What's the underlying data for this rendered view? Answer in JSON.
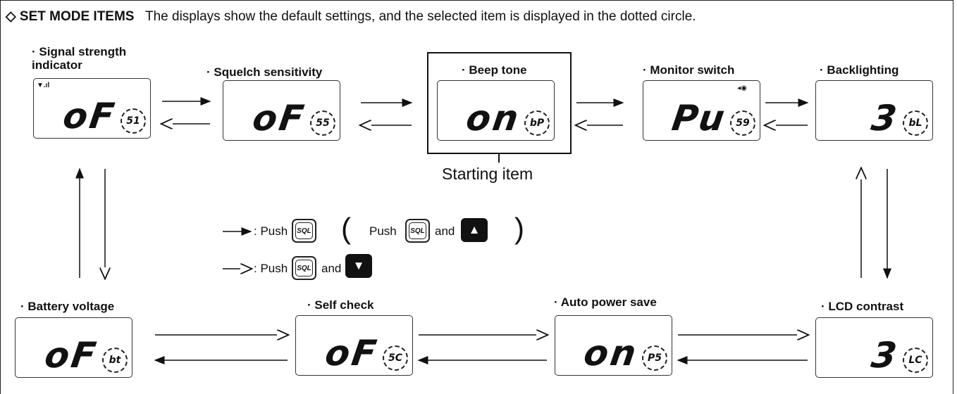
{
  "header": {
    "title": "SET MODE ITEMS",
    "description": "The displays show the default settings, and the selected item is displayed in the dotted circle."
  },
  "items": {
    "signal": {
      "label": "Signal strength indicator",
      "value": "oF",
      "code": "51"
    },
    "squelch": {
      "label": "Squelch sensitivity",
      "value": "oF",
      "code": "55"
    },
    "beep": {
      "label": "Beep tone",
      "value": "on",
      "code": "bP"
    },
    "monitor": {
      "label": "Monitor switch",
      "value": "Pu",
      "code": "59"
    },
    "backlight": {
      "label": "Backlighting",
      "value": "3",
      "code": "bL"
    },
    "battery": {
      "label": "Battery voltage",
      "value": "oF",
      "code": "bt"
    },
    "selfcheck": {
      "label": "Self check",
      "value": "oF",
      "code": "5C"
    },
    "autopower": {
      "label": "Auto power save",
      "value": "on",
      "code": "P5"
    },
    "lcd": {
      "label": "LCD contrast",
      "value": "3",
      "code": "LC"
    }
  },
  "starting_item": "Starting item",
  "legend": {
    "push": ": Push",
    "and": "and",
    "key_label": "SQL",
    "open_paren": "(",
    "close_paren": ")",
    "push_short": "Push"
  }
}
